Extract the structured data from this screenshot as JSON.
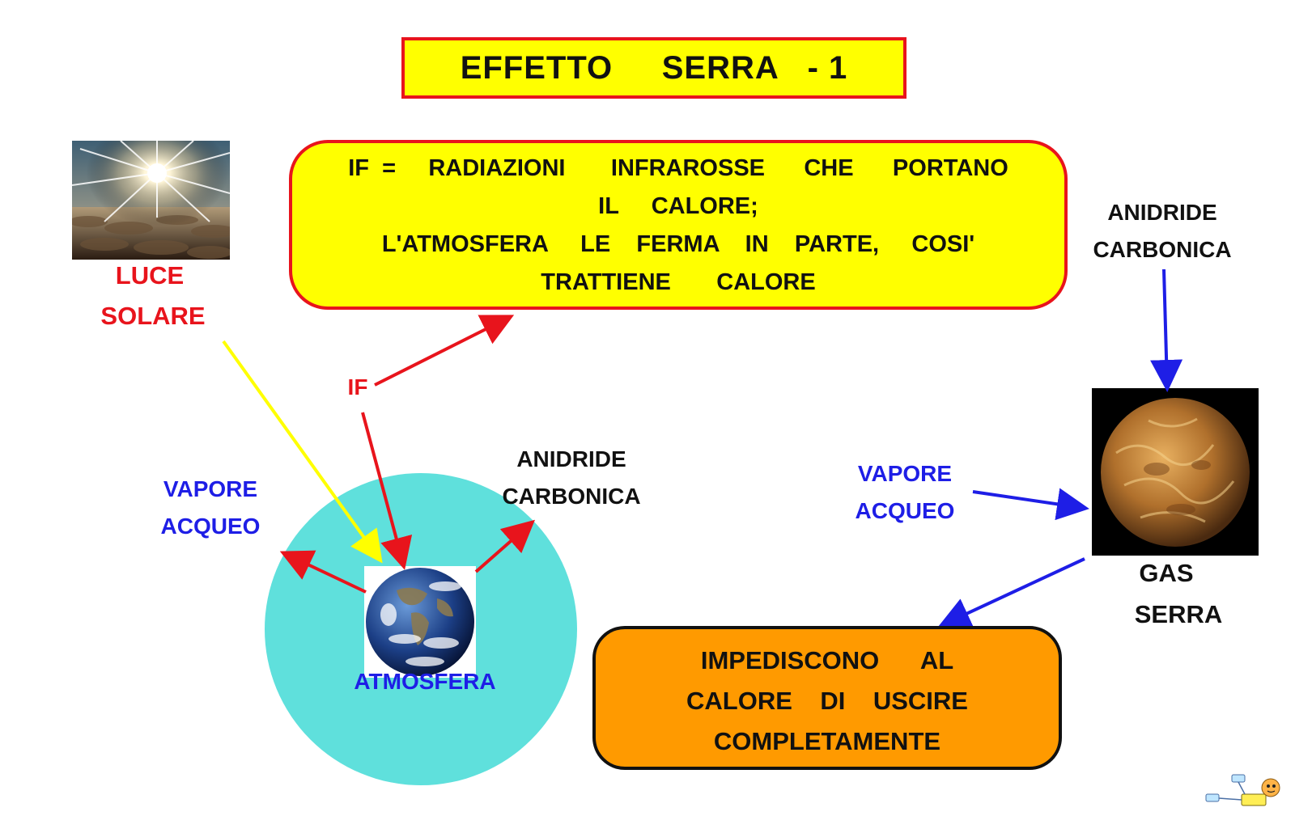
{
  "title": "EFFETTO     SERRA   - 1",
  "infobox": {
    "line1": "IF  =     RADIAZIONI       INFRAROSSE      CHE      PORTANO",
    "line2": "IL     CALORE;",
    "line3": "L'ATMOSFERA     LE    FERMA    IN    PARTE,     COSI'",
    "line4": "TRATTIENE       CALORE"
  },
  "labels": {
    "luce": "LUCE",
    "solare": "SOLARE",
    "if": "IF",
    "vapore_left": "VAPORE",
    "acqueo_left": "ACQUEO",
    "anidride_mid": "ANIDRIDE",
    "carbonica_mid": "CARBONICA",
    "atmosfera": "ATMOSFERA",
    "anidride_right": "ANIDRIDE",
    "carbonica_right": "CARBONICA",
    "vapore_right": "VAPORE",
    "acqueo_right": "ACQUEO",
    "gas": "GAS",
    "serra": "SERRA"
  },
  "result": {
    "line1": "IMPEDISCONO      AL",
    "line2": "CALORE    DI    USCIRE",
    "line3": "COMPLETAMENTE"
  },
  "colors": {
    "yellow": "#ffff00",
    "red": "#e8141c",
    "blue": "#1e1ee6",
    "orange": "#ff9a00",
    "atmosphere": "#5fe0dc"
  },
  "icons": [
    "sun-photo",
    "earth-photo",
    "venus-photo",
    "mascot-logo"
  ]
}
